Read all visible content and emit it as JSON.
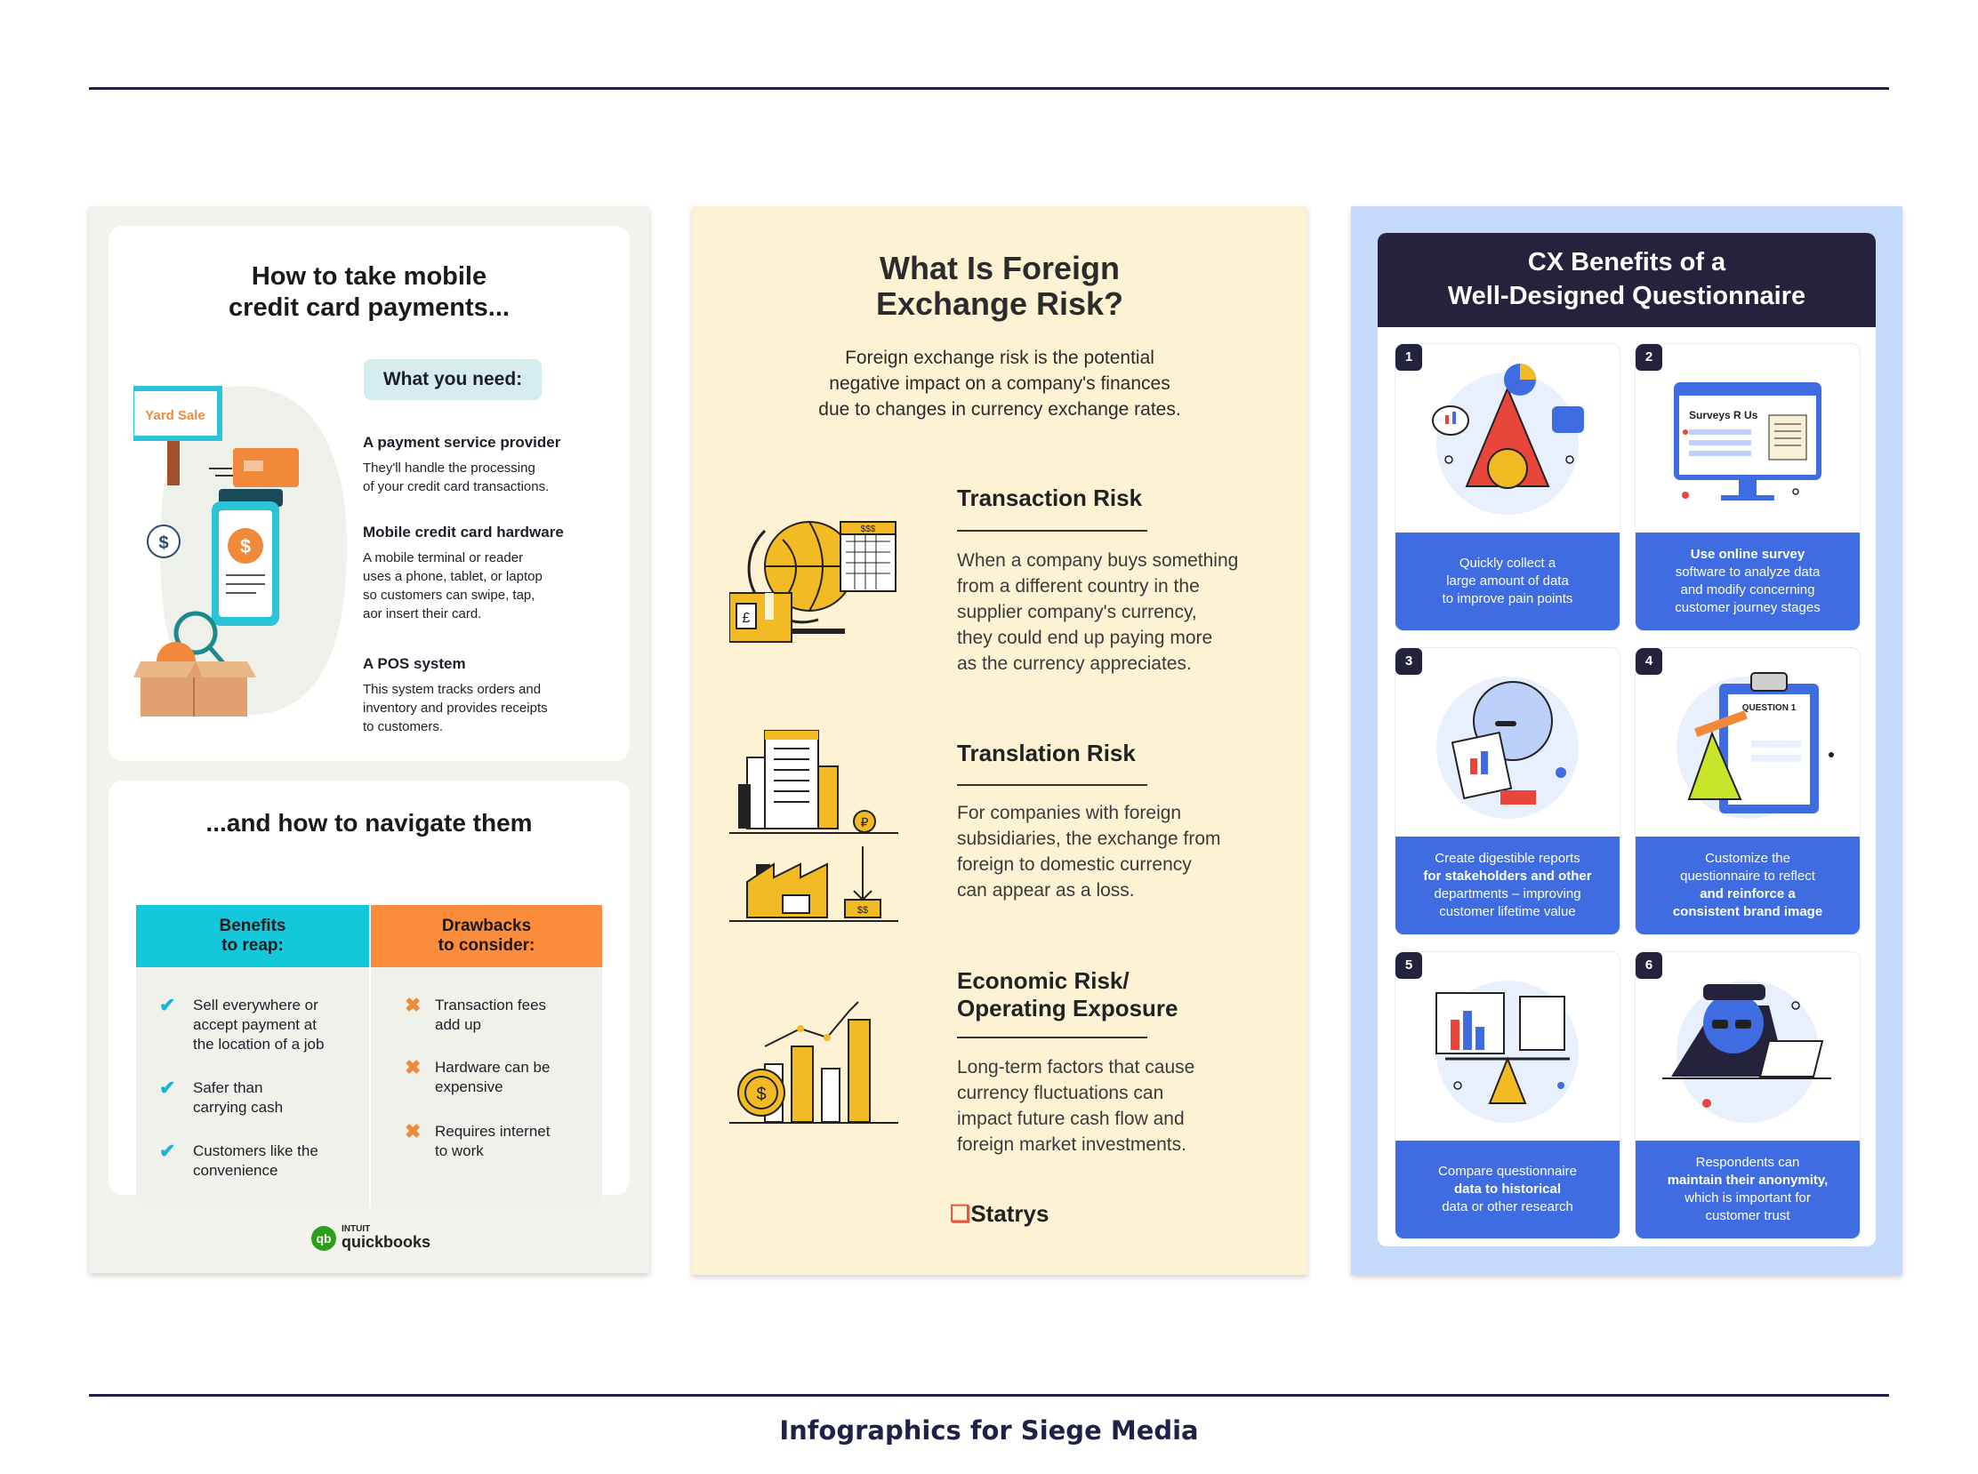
{
  "footer": "Infographics for Siege Media",
  "panel1": {
    "title": [
      "How to take mobile",
      "credit card payments..."
    ],
    "illustration_sign": "Yard Sale",
    "need_label": "What you need:",
    "items": [
      {
        "heading": "A payment service provider",
        "body": [
          "They'll handle the processing",
          "of your credit card transactions."
        ]
      },
      {
        "heading": "Mobile credit card hardware",
        "body": [
          "A mobile terminal or reader",
          "uses a phone, tablet, or laptop",
          "so customers can swipe, tap,",
          "aor insert their card."
        ]
      },
      {
        "heading": "A POS system",
        "body": [
          "This system tracks orders and",
          "inventory and provides receipts",
          "to customers."
        ]
      }
    ],
    "navigate_title": "...and how to navigate them",
    "benefits_header": [
      "Benefits",
      "to reap:"
    ],
    "drawbacks_header": [
      "Drawbacks",
      "to consider:"
    ],
    "benefits": [
      [
        "Sell everywhere or",
        "accept payment at",
        "the location of a job"
      ],
      [
        "Safer than",
        "carrying cash"
      ],
      [
        "Customers like the",
        "convenience"
      ]
    ],
    "drawbacks": [
      [
        "Transaction fees",
        "add up"
      ],
      [
        "Hardware can be",
        "expensive"
      ],
      [
        "Requires internet",
        "to work"
      ]
    ],
    "logo_small": "INTUIT",
    "logo": "quickbooks",
    "colors": {
      "benefits": "#14c8dc",
      "drawbacks": "#fa8c3c",
      "check": "#18b4d8",
      "cross": "#f08a3a"
    }
  },
  "panel2": {
    "title": [
      "What Is Foreign",
      "Exchange Risk?"
    ],
    "subtitle": [
      "Foreign exchange risk is the potential",
      "negative impact on a company's finances",
      "due to changes in currency exchange rates."
    ],
    "risks": [
      {
        "heading": [
          "Transaction Risk"
        ],
        "body": [
          "When a company buys something",
          "from a different country in the",
          "supplier company's currency,",
          "they could end up paying more",
          "as the currency appreciates."
        ]
      },
      {
        "heading": [
          "Translation Risk"
        ],
        "body": [
          "For companies with foreign",
          "subsidiaries, the exchange from",
          "foreign to domestic currency",
          "can appear as a loss."
        ]
      },
      {
        "heading": [
          "Economic Risk/",
          "Operating Exposure"
        ],
        "body": [
          "Long-term factors that cause",
          "currency fluctuations can",
          "impact future cash flow and",
          "foreign market investments."
        ]
      }
    ],
    "illustration_labels": {
      "box_tag": "£",
      "calendar_tag": "$$$",
      "coin_p": "₽",
      "bill": "$$",
      "coin_usd": "$"
    },
    "logo": "Statrys",
    "accent": "#f2bb24"
  },
  "panel3": {
    "title": [
      "CX Benefits of a",
      "Well-Designed Questionnaire"
    ],
    "screen_label": "Surveys R Us",
    "clipboard_label": "QUESTION 1",
    "cards": [
      {
        "num": "1",
        "caption": [
          "Quickly collect a",
          "large amount of data",
          "to improve pain points"
        ]
      },
      {
        "num": "2",
        "caption": [
          "Use online survey",
          "software to analyze data",
          "and modify concerning",
          "customer journey stages"
        ]
      },
      {
        "num": "3",
        "caption": [
          "Create digestible reports",
          "for stakeholders and other",
          "departments – improving",
          "customer lifetime value"
        ]
      },
      {
        "num": "4",
        "caption": [
          "Customize the",
          "questionnaire to reflect",
          "and reinforce a",
          "consistent brand image"
        ]
      },
      {
        "num": "5",
        "caption": [
          "Compare questionnaire",
          "data to historical",
          "data or other research"
        ]
      },
      {
        "num": "6",
        "caption": [
          "Respondents can",
          "maintain their anonymity,",
          "which is important for",
          "customer trust"
        ]
      }
    ],
    "colors": {
      "header": "#24223d",
      "caption": "#3f6ce1",
      "frame": "#c5dafa"
    }
  }
}
